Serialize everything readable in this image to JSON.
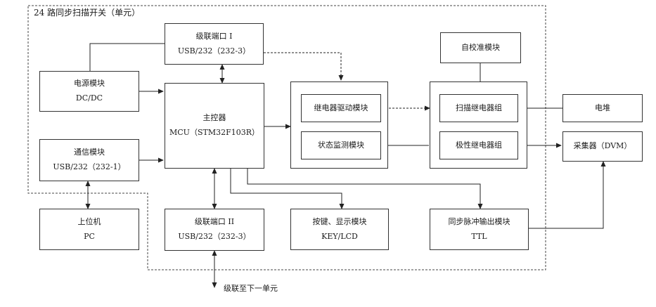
{
  "unit_title": "24 路同步扫描开关（单元）",
  "blocks": {
    "cascade_port_1": {
      "name": "级联端口 I",
      "sub": "USB/232（232-3）"
    },
    "power": {
      "name": "电源模块",
      "sub": "DC/DC"
    },
    "comm": {
      "name": "通信模块",
      "sub": "USB/232（232-1）"
    },
    "mcu": {
      "name": "主控器",
      "sub": "MCU（STM32F103R）"
    },
    "relay_driver": {
      "name": "继电器驱动模块"
    },
    "status_monitor": {
      "name": "状态监测模块"
    },
    "self_calib": {
      "name": "自校准模块"
    },
    "scan_relay": {
      "name": "扫描继电器组"
    },
    "polarity_relay": {
      "name": "极性继电器组"
    },
    "cell": {
      "name": "电堆"
    },
    "collector": {
      "name": "采集器（DVM）"
    },
    "host": {
      "name": "上位机",
      "sub": "PC"
    },
    "cascade_port_2": {
      "name": "级联端口 II",
      "sub": "USB/232（232-3）"
    },
    "keypad": {
      "name": "按键、显示模块",
      "sub": "KEY/LCD"
    },
    "sync_pulse": {
      "name": "同步脉冲输出模块",
      "sub": "TTL"
    }
  },
  "cascade_note": "级联至下一单元"
}
